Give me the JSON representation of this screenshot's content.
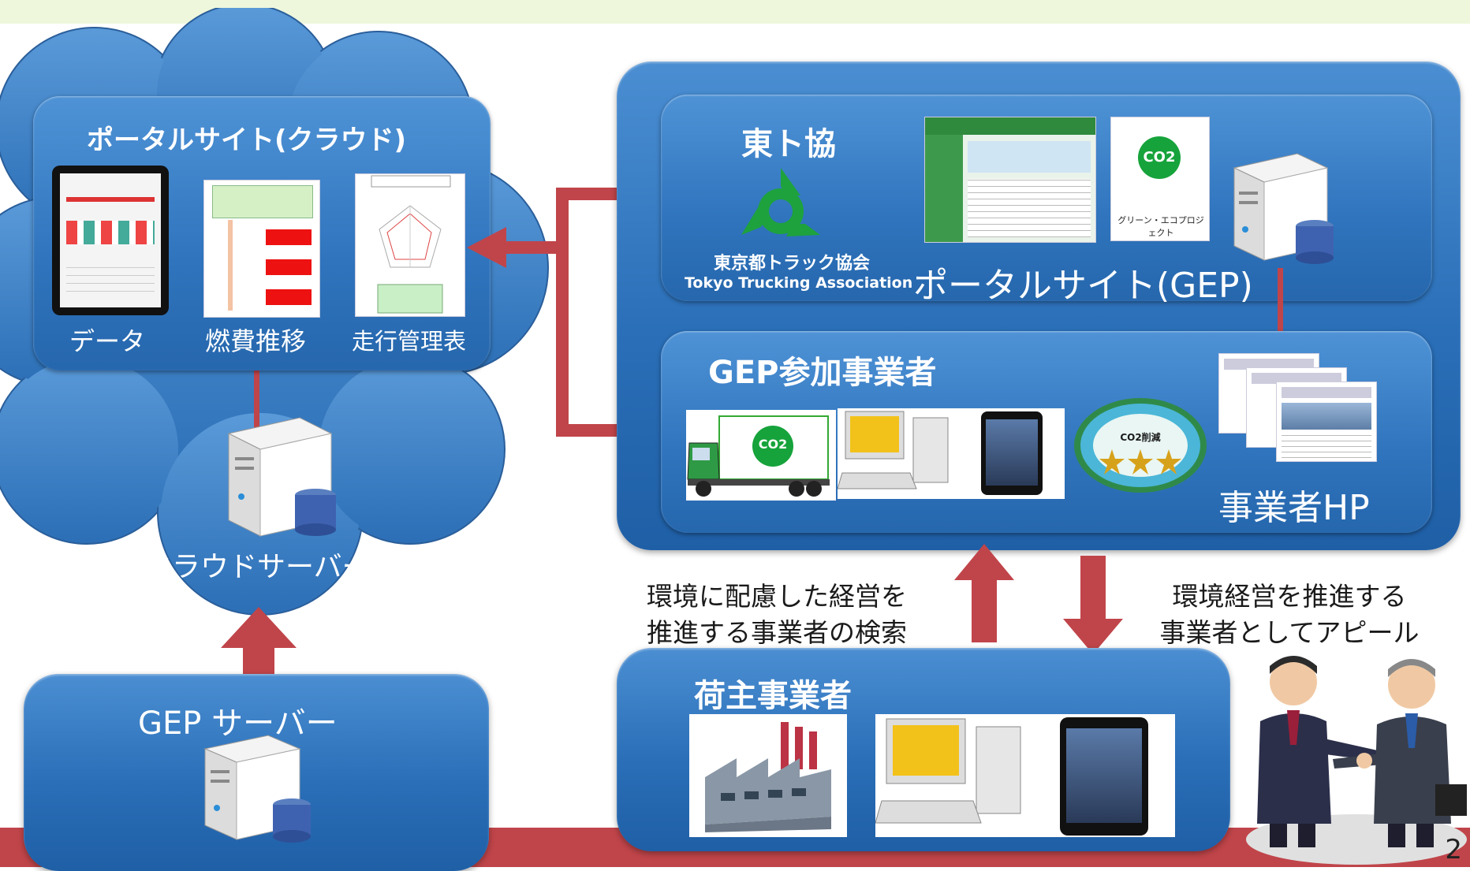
{
  "portal_cloud": {
    "title": "ポータルサイト(クラウド)",
    "items": [
      {
        "label": "データ"
      },
      {
        "label": "燃費推移"
      },
      {
        "label": "走行管理表"
      }
    ],
    "server_label": "クラウドサーバー"
  },
  "gep_server": {
    "title": "GEP サーバー"
  },
  "association": {
    "title": "東ト協",
    "name_ja": "東京都トラック協会",
    "name_en": "Tokyo Trucking Association",
    "portal_label": "ポータルサイト(GEP)",
    "poster_line1": "CO2",
    "poster_line2": "グリーン・エコプロジェクト"
  },
  "participants": {
    "title": "GEP参加事業者",
    "hp_label": "事業者HP",
    "truck_badge": "CO2",
    "seal_text": "CO2削減"
  },
  "shippers": {
    "title": "荷主事業者"
  },
  "captions": {
    "left_line1": "環境に配慮した経営を",
    "left_line2": "推進する事業者の検索",
    "right_line1": "環境経営を推進する",
    "right_line2": "事業者としてアピール"
  },
  "page_number": "2",
  "colors": {
    "panel": "#2a6fb8",
    "arrow": "#c0454a",
    "band_top": "#eef7dc",
    "band_bottom": "#c0454a"
  }
}
